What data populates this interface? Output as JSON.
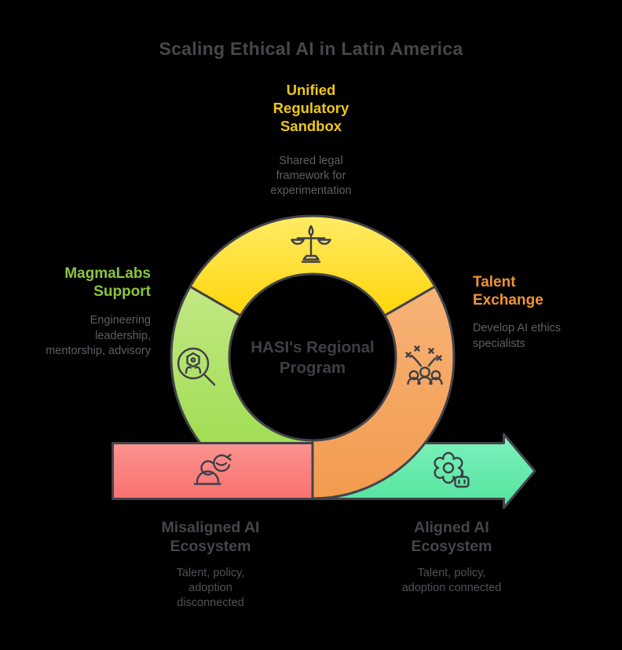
{
  "title": "Scaling Ethical AI in Latin America",
  "diagram": {
    "center_label": [
      "HASI's Regional",
      "Program"
    ],
    "segments": {
      "top": {
        "name": "Unified Regulatory Sandbox",
        "label": [
          "Unified",
          "Regulatory",
          "Sandbox"
        ],
        "description": [
          "Shared legal",
          "framework for",
          "experimentation"
        ],
        "icon": "scales-of-justice-icon",
        "color": "#FFD60A",
        "label_color": "#EDC813"
      },
      "left": {
        "name": "MagmaLabs Support",
        "label": [
          "MagmaLabs",
          "Support"
        ],
        "description": [
          "Engineering",
          "leadership,",
          "mentorship, advisory"
        ],
        "icon": "person-search-icon",
        "color": "#9FD94F",
        "label_color": "#8BC53F"
      },
      "right": {
        "name": "Talent Exchange",
        "label": [
          "Talent",
          "Exchange"
        ],
        "description": [
          "Develop AI ethics",
          "specialists"
        ],
        "icon": "people-celebration-icon",
        "color": "#F5A65E",
        "label_color": "#F09437"
      }
    },
    "flow_arrow": {
      "start": {
        "name": "Misaligned AI Ecosystem",
        "label": [
          "Misaligned AI",
          "Ecosystem"
        ],
        "description": [
          "Talent, policy,",
          "adoption",
          "disconnected"
        ],
        "icon": "person-change-icon",
        "color": "#F9726E"
      },
      "end": {
        "name": "Aligned AI Ecosystem",
        "label": [
          "Aligned AI",
          "Ecosystem"
        ],
        "description": [
          "Talent, policy,",
          "adoption connected"
        ],
        "icon": "gear-robot-icon",
        "color": "#52E39C"
      }
    }
  },
  "palette": {
    "background": "#000000",
    "outline": "#43434B",
    "heading_text": "#46464B",
    "body_text": "#5A5A5F"
  }
}
